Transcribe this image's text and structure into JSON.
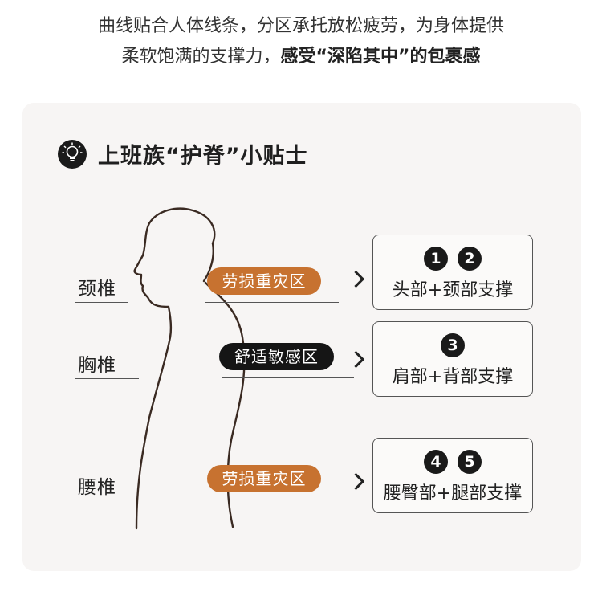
{
  "intro": {
    "line1": "曲线贴合人体线条，分区承托放松疲劳，为身体提供",
    "line2_normal": "柔软饱满的支撑力，",
    "line2_bold": "感受“深陷其中”的包裹感"
  },
  "tips": {
    "icon": "lightbulb-icon",
    "title": "上班族“护脊”小贴士"
  },
  "rows": [
    {
      "spine": "颈椎",
      "zone": "劳损重灾区",
      "zone_color": "#c77230",
      "numbers": [
        "1",
        "2"
      ],
      "support": "头部+颈部支撑"
    },
    {
      "spine": "胸椎",
      "zone": "舒适敏感区",
      "zone_color": "#151515",
      "numbers": [
        "3"
      ],
      "support": "肩部+背部支撑"
    },
    {
      "spine": "腰椎",
      "zone": "劳损重灾区",
      "zone_color": "#c77230",
      "numbers": [
        "4",
        "5"
      ],
      "support": "腰臀部+腿部支撑"
    }
  ],
  "colors": {
    "accent_orange": "#c77230",
    "dark": "#151515",
    "panel_bg": "#f7f5f4"
  }
}
